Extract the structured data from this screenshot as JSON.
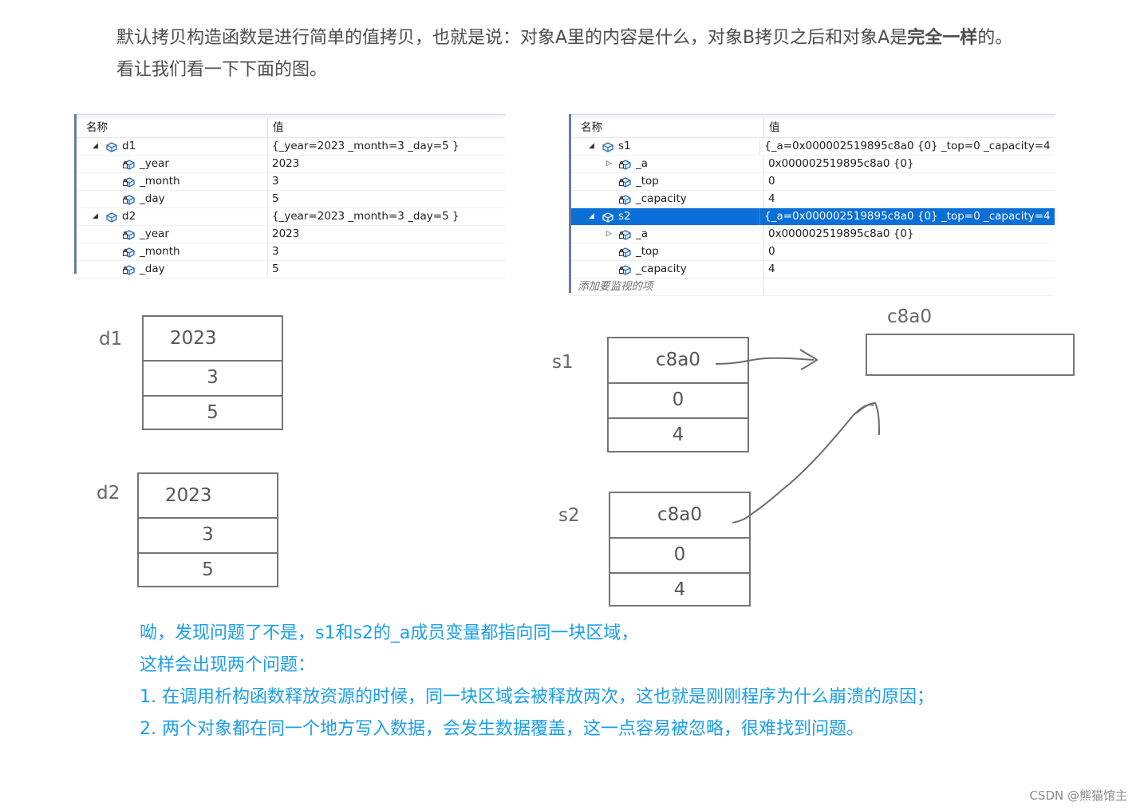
{
  "intro": {
    "line1_a": "默认拷贝构造函数是进行简单的值拷贝，也就是说：对象A里的内容是什么，对象B拷贝之后和对象A是",
    "line1_bold": "完全一样",
    "line1_b": "的。",
    "line2": "看让我们看一下下面的图。"
  },
  "watch_left": {
    "col_name": "名称",
    "col_value": "值",
    "rows": [
      {
        "name": "d1",
        "value": "{_year=2023 _month=3 _day=5 }",
        "level": 0,
        "expand": "open"
      },
      {
        "name": "_year",
        "value": "2023",
        "level": 1,
        "expand": ""
      },
      {
        "name": "_month",
        "value": "3",
        "level": 1,
        "expand": ""
      },
      {
        "name": "_day",
        "value": "5",
        "level": 1,
        "expand": ""
      },
      {
        "name": "d2",
        "value": "{_year=2023 _month=3 _day=5 }",
        "level": 0,
        "expand": "open"
      },
      {
        "name": "_year",
        "value": "2023",
        "level": 1,
        "expand": ""
      },
      {
        "name": "_month",
        "value": "3",
        "level": 1,
        "expand": ""
      },
      {
        "name": "_day",
        "value": "5",
        "level": 1,
        "expand": ""
      }
    ]
  },
  "watch_right": {
    "col_name": "名称",
    "col_value": "值",
    "rows": [
      {
        "name": "s1",
        "value": "{_a=0x000002519895c8a0 {0} _top=0 _capacity=4 }",
        "level": 0,
        "expand": "open"
      },
      {
        "name": "_a",
        "value": "0x000002519895c8a0 {0}",
        "level": 1,
        "expand": "closed"
      },
      {
        "name": "_top",
        "value": "0",
        "level": 1,
        "expand": ""
      },
      {
        "name": "_capacity",
        "value": "4",
        "level": 1,
        "expand": ""
      },
      {
        "name": "s2",
        "value": "{_a=0x000002519895c8a0 {0} _top=0 _capacity=4 }",
        "level": 0,
        "expand": "open",
        "selected": true
      },
      {
        "name": "_a",
        "value": "0x000002519895c8a0 {0}",
        "level": 1,
        "expand": "closed"
      },
      {
        "name": "_top",
        "value": "0",
        "level": 1,
        "expand": ""
      },
      {
        "name": "_capacity",
        "value": "4",
        "level": 1,
        "expand": ""
      }
    ],
    "add_item": "添加要监视的项"
  },
  "diagram": {
    "d1": {
      "label": "d1",
      "cells": [
        "2023",
        "3",
        "5"
      ]
    },
    "d2": {
      "label": "d2",
      "cells": [
        "2023",
        "3",
        "5"
      ]
    },
    "s1": {
      "label": "s1",
      "cells": [
        "c8a0",
        "0",
        "4"
      ]
    },
    "s2": {
      "label": "s2",
      "cells": [
        "c8a0",
        "0",
        "4"
      ]
    },
    "target": {
      "label": "c8a0"
    }
  },
  "notes": [
    "呦，发现问题了不是，s1和s2的_a成员变量都指向同一块区域，",
    "这样会出现两个问题：",
    "1. 在调用析构函数释放资源的时候，同一块区域会被释放两次，这也就是刚刚程序为什么崩溃的原因；",
    "2. 两个对象都在同一个地方写入数据，会发生数据覆盖，这一点容易被忽略，很难找到问题。"
  ],
  "watermark": "CSDN @熊猫馆主",
  "colors": {
    "accent_blue": "#1a9ee8",
    "selection": "#0a6fd6",
    "box_border": "#757575"
  }
}
